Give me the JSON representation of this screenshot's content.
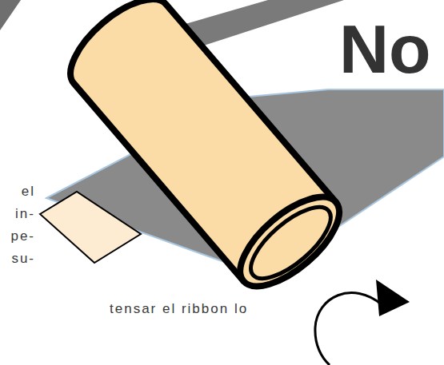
{
  "diagram": {
    "title": "No",
    "labels": [
      "el",
      "in-",
      "pe-",
      "su-",
      "tensar el ribbon lo"
    ]
  }
}
